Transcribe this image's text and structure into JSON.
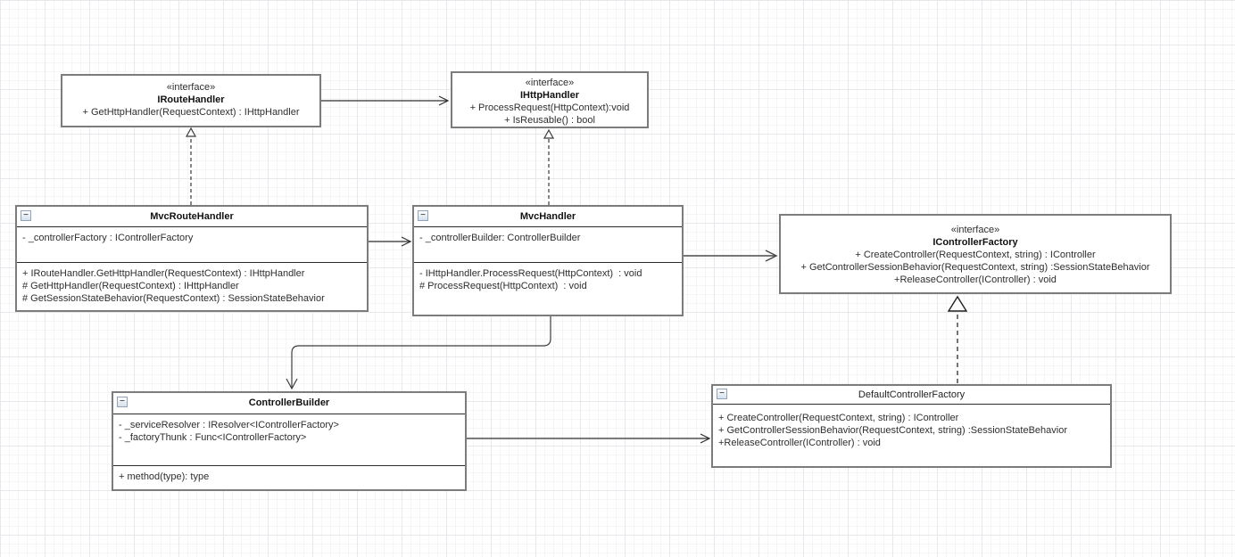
{
  "diagram_type": "uml-class-diagram",
  "collapse_glyph": "−",
  "classes": {
    "iroutehandler": {
      "stereotype": "«interface»",
      "name": "IRouteHandler",
      "methods": [
        "+ GetHttpHandler(RequestContext) : IHttpHandler"
      ]
    },
    "ihttphandler": {
      "stereotype": "«interface»",
      "name": "IHttpHandler",
      "methods": [
        "+ ProcessRequest(HttpContext):void",
        "+ IsReusable() : bool"
      ]
    },
    "icontrollerfactory": {
      "stereotype": "«interface»",
      "name": "IControllerFactory",
      "methods": [
        "+ CreateController(RequestContext, string) : IController",
        "+ GetControllerSessionBehavior(RequestContext, string) :SessionStateBehavior",
        "+ReleaseController(IController) : void"
      ]
    },
    "mvcroutehandler": {
      "name": "MvcRouteHandler",
      "attributes": [
        "- _controllerFactory : IControllerFactory"
      ],
      "methods": [
        "+ IRouteHandler.GetHttpHandler(RequestContext) : IHttpHandler",
        "# GetHttpHandler(RequestContext) : IHttpHandler",
        "# GetSessionStateBehavior(RequestContext) : SessionStateBehavior"
      ]
    },
    "mvchandler": {
      "name": "MvcHandler",
      "attributes": [
        "- _controllerBuilder: ControllerBuilder"
      ],
      "methods": [
        "- IHttpHandler.ProcessRequest(HttpContext)  : void",
        "# ProcessRequest(HttpContext)  : void"
      ]
    },
    "controllerbuilder": {
      "name": "ControllerBuilder",
      "attributes": [
        "- _serviceResolver : IResolver<IControllerFactory>",
        "- _factoryThunk : Func<IControllerFactory>"
      ],
      "methods": [
        "+ method(type): type"
      ]
    },
    "defaultcontrollerfactory": {
      "name": "DefaultControllerFactory",
      "methods": [
        "+ CreateController(RequestContext, string) : IController",
        "+ GetControllerSessionBehavior(RequestContext, string) :SessionStateBehavior",
        "+ReleaseController(IController) : void"
      ]
    }
  },
  "relations": [
    {
      "from": "MvcRouteHandler",
      "to": "IRouteHandler",
      "type": "realization"
    },
    {
      "from": "MvcHandler",
      "to": "IHttpHandler",
      "type": "realization"
    },
    {
      "from": "DefaultControllerFactory",
      "to": "IControllerFactory",
      "type": "realization"
    },
    {
      "from": "IRouteHandler",
      "to": "IHttpHandler",
      "type": "directed-association"
    },
    {
      "from": "MvcRouteHandler",
      "to": "MvcHandler",
      "type": "directed-association"
    },
    {
      "from": "MvcHandler",
      "to": "IControllerFactory",
      "type": "directed-association"
    },
    {
      "from": "MvcHandler",
      "to": "ControllerBuilder",
      "type": "directed-association"
    },
    {
      "from": "ControllerBuilder",
      "to": "DefaultControllerFactory",
      "type": "directed-association"
    }
  ]
}
